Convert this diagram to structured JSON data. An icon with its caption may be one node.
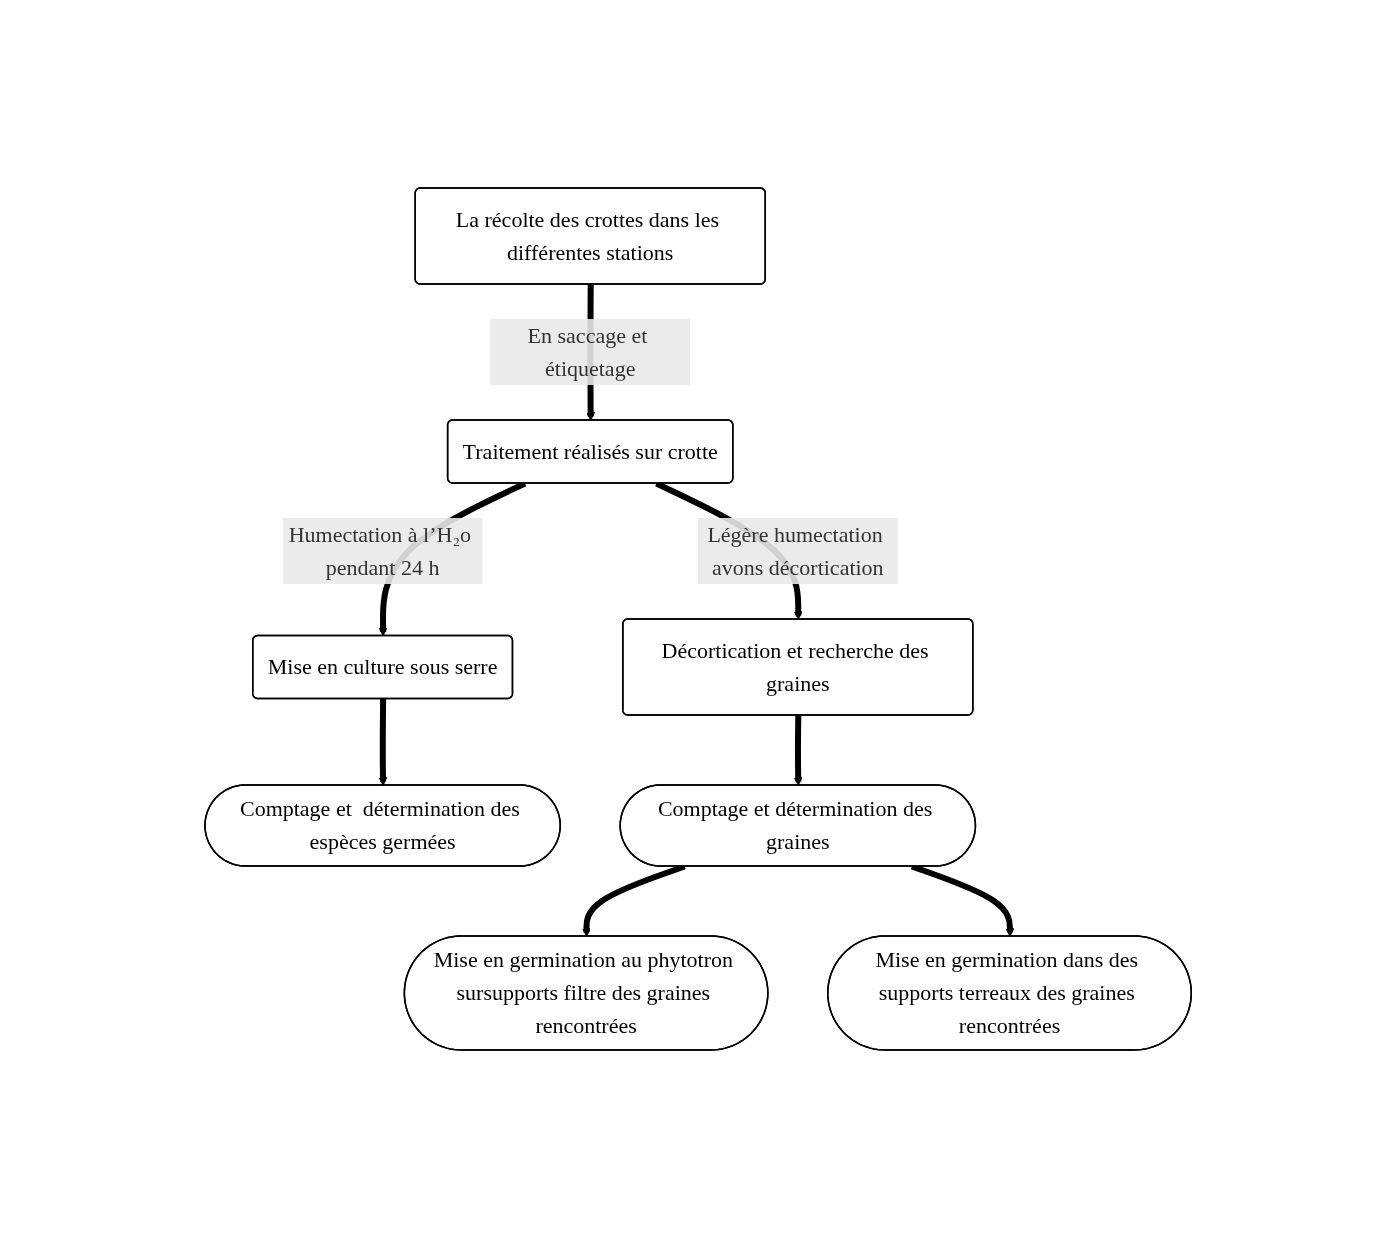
{
  "diagram": {
    "nodes": [
      {
        "text": [
          "La récolte des crottes dans les différentes stations"
        ]
      },
      {
        "text": [
          "Traitement réalisés sur crotte"
        ]
      },
      {
        "text": [
          "Mise en culture sous serre"
        ]
      },
      {
        "text": [
          "Décortication et recherche des graines"
        ]
      },
      {
        "text": [
          "Comptage et  détermination des espèces germées"
        ]
      },
      {
        "text": [
          "Comptage et détermination des graines"
        ]
      },
      {
        "text": [
          "Mise en germination au phytotron sursupports filtre des graines rencontrées"
        ]
      },
      {
        "text": [
          "Mise en germination dans des supports terreaux des graines rencontrées"
        ]
      }
    ],
    "edges": [
      {
        "from": 0,
        "to": 1,
        "arrow": "to",
        "label": "En saccage et étiquetage"
      },
      {
        "from": 1,
        "to": 2,
        "arrow": "to",
        "label": "Humectation à l’H₂o pendant 24 h"
      },
      {
        "from": 1,
        "to": 3,
        "arrow": "to",
        "label": "Légère humectation avons décortication"
      },
      {
        "from": 2,
        "to": 4,
        "arrow": "to"
      },
      {
        "from": 3,
        "to": 5,
        "arrow": "to"
      },
      {
        "from": 5,
        "to": 6,
        "arrow": "to"
      },
      {
        "from": 5,
        "to": 7,
        "arrow": "to"
      }
    ]
  }
}
